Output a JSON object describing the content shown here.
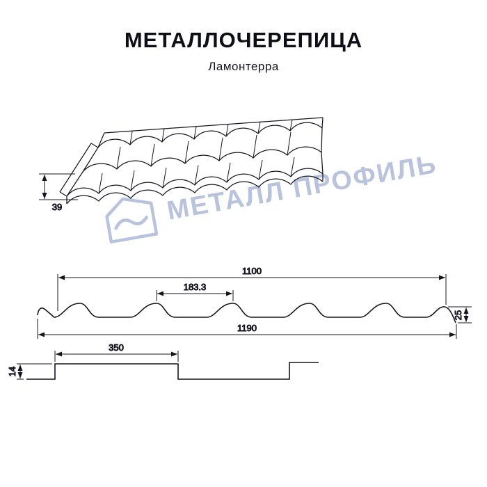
{
  "header": {
    "title": "МЕТАЛЛОЧЕРЕПИЦА",
    "subtitle": "Ламонтерра"
  },
  "watermark": {
    "text": "МЕТАЛЛ ПРОФИЛЬ"
  },
  "dims": {
    "edge_height": "39",
    "cover_width": "1100",
    "wave_pitch": "183.3",
    "profile_height": "25",
    "full_width": "1190",
    "module_length": "350",
    "step_height": "14"
  },
  "colors": {
    "line": "#15151f",
    "watermark": "#b9c3dd",
    "background": "#ffffff"
  }
}
